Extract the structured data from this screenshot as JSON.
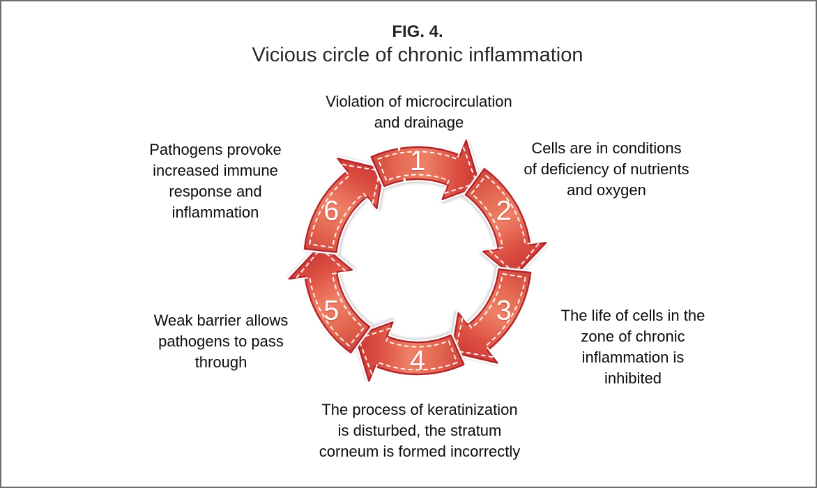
{
  "page": {
    "background": "#ffffff",
    "border_color": "#6f6f6f"
  },
  "header": {
    "label": "FIG. 4.",
    "title": "Vicious circle of chronic inflammation"
  },
  "diagram": {
    "type": "cycle",
    "direction": "clockwise",
    "steps": [
      {
        "num": "1",
        "text": "Violation of microcirculation\nand drainage"
      },
      {
        "num": "2",
        "text": "Cells are in conditions\nof deficiency of nutrients\nand oxygen"
      },
      {
        "num": "3",
        "text": "The life of cells in the\nzone of chronic\ninflammation is\ninhibited"
      },
      {
        "num": "4",
        "text": "The process of keratinization\nis disturbed, the stratum\ncorneum is formed incorrectly"
      },
      {
        "num": "5",
        "text": "Weak barrier allows\npathogens to pass\nthrough"
      },
      {
        "num": "6",
        "text": "Pathogens provoke\nincreased immune\nresponse and\ninflammation"
      }
    ],
    "colors": {
      "grad_0": "#ca3a36",
      "grad_1": "#e56a52",
      "grad_2": "#ef8168",
      "grad_3": "#dc4f41",
      "grad_4": "#c62f32",
      "arrow_border": "#b22329",
      "outline": "#ffffff",
      "stitch": "#ffffff",
      "number": "#ffffff",
      "shadow": "#9a9a9a"
    }
  },
  "text_color": "#0b0b0b"
}
